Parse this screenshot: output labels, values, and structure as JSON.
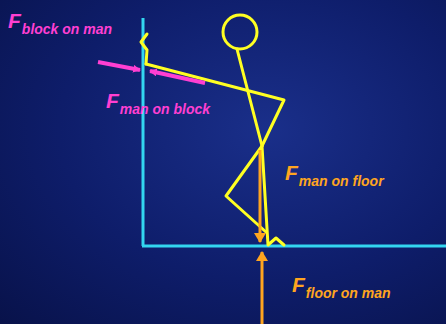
{
  "diagram": {
    "labels": [
      "F",
      "block on man",
      "F",
      "man on block",
      "F",
      "man on floor",
      "F",
      "floor on man"
    ]
  }
}
